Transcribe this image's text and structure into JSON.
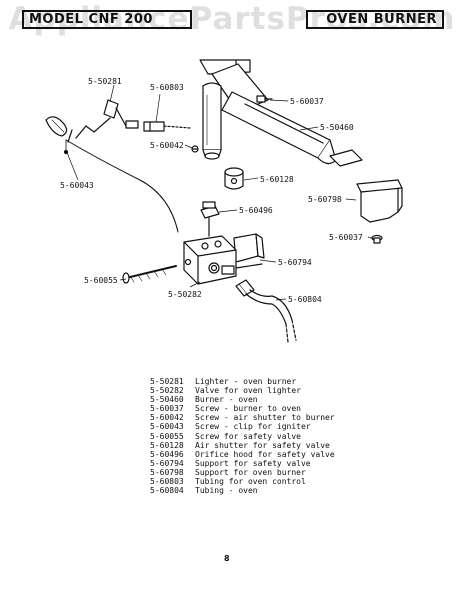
{
  "watermark": "AppliancePartsPros.com",
  "header": {
    "model": "MODEL CNF 200",
    "section": "OVEN BURNER"
  },
  "callouts": [
    {
      "id": "c50281",
      "text": "5-50281"
    },
    {
      "id": "c60803",
      "text": "5-60803"
    },
    {
      "id": "c60037a",
      "text": "5-60037"
    },
    {
      "id": "c50460",
      "text": "5-50460"
    },
    {
      "id": "c60042",
      "text": "5-60042"
    },
    {
      "id": "c60043",
      "text": "5-60043"
    },
    {
      "id": "c60128",
      "text": "5-60128"
    },
    {
      "id": "c60798",
      "text": "5-60798"
    },
    {
      "id": "c60496",
      "text": "5-60496"
    },
    {
      "id": "c60037b",
      "text": "5-60037"
    },
    {
      "id": "c60794",
      "text": "5-60794"
    },
    {
      "id": "c60055",
      "text": "5-60055"
    },
    {
      "id": "c50282",
      "text": "5-50282"
    },
    {
      "id": "c60804",
      "text": "5-60804"
    }
  ],
  "parts_list": [
    {
      "number": "5-50281",
      "description": "Lighter - oven burner"
    },
    {
      "number": "5-50282",
      "description": "Valve for oven lighter"
    },
    {
      "number": "5-50460",
      "description": "Burner - oven"
    },
    {
      "number": "5-60037",
      "description": "Screw - burner to oven"
    },
    {
      "number": "5-60042",
      "description": "Screw - air shutter to burner"
    },
    {
      "number": "5-60043",
      "description": "Screw - clip for igniter"
    },
    {
      "number": "5-60055",
      "description": "Screw for safety valve"
    },
    {
      "number": "5-60128",
      "description": "Air shutter for safety valve"
    },
    {
      "number": "5-60496",
      "description": "Orifice hood for safety valve"
    },
    {
      "number": "5-60794",
      "description": "Support for safety valve"
    },
    {
      "number": "5-60798",
      "description": "Support for oven burner"
    },
    {
      "number": "5-60803",
      "description": "Tubing for oven control"
    },
    {
      "number": "5-60804",
      "description": "Tubing - oven"
    }
  ],
  "page_number": "8"
}
